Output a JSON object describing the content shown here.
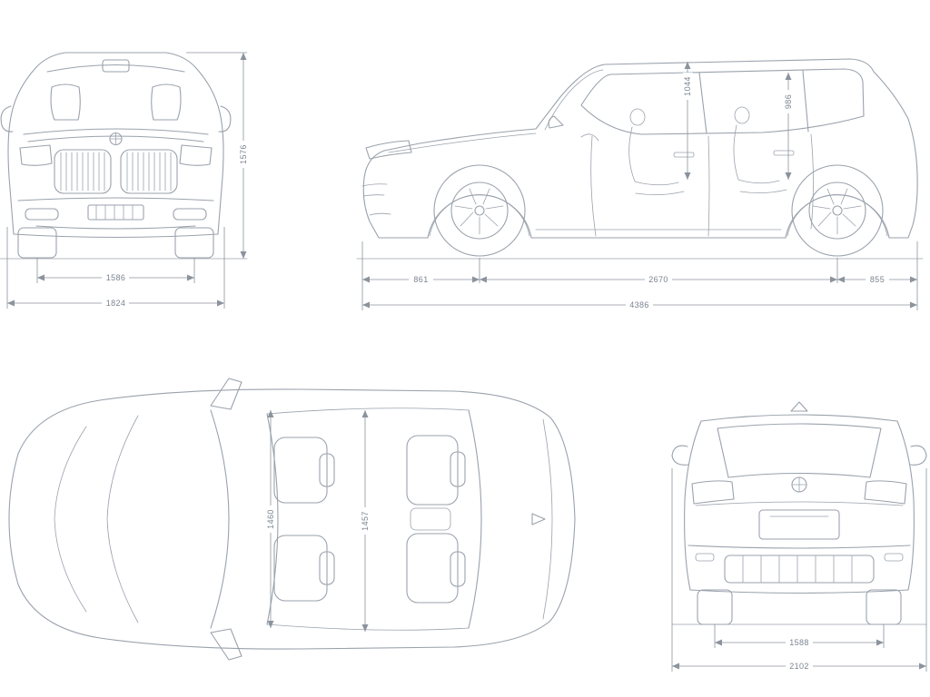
{
  "colors": {
    "background": "#ffffff",
    "car_line": "#9aa2ac",
    "dimension_line": "#8b939d",
    "label_text": "#7b8490"
  },
  "icons": {
    "front_badge": "bmw-roundel",
    "rear_badge": "bmw-roundel"
  },
  "views": {
    "front": {
      "dims": {
        "height": "1576",
        "front_track": "1586",
        "overall_width": "1824"
      }
    },
    "side": {
      "dims": {
        "front_headroom": "1044",
        "rear_headroom": "986",
        "front_overhang": "861",
        "wheelbase": "2670",
        "rear_overhang": "855",
        "overall_length": "4386"
      }
    },
    "top": {
      "dims": {
        "front_interior_width": "1460",
        "rear_interior_width": "1457"
      }
    },
    "rear": {
      "dims": {
        "rear_track": "1588",
        "overall_width_mirrors": "2102"
      }
    }
  }
}
